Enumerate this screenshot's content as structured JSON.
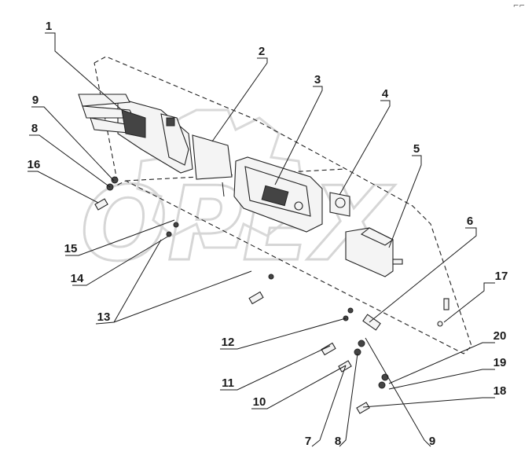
{
  "watermark": {
    "text": "OPEX"
  },
  "corner_mark": "⌐⌐",
  "callouts": [
    {
      "id": "c1",
      "label": "1"
    },
    {
      "id": "c2",
      "label": "2"
    },
    {
      "id": "c3",
      "label": "3"
    },
    {
      "id": "c4",
      "label": "4"
    },
    {
      "id": "c5",
      "label": "5"
    },
    {
      "id": "c6",
      "label": "6"
    },
    {
      "id": "c7",
      "label": "7"
    },
    {
      "id": "c8a",
      "label": "8"
    },
    {
      "id": "c8b",
      "label": "8"
    },
    {
      "id": "c9a",
      "label": "9"
    },
    {
      "id": "c9b",
      "label": "9"
    },
    {
      "id": "c10",
      "label": "10"
    },
    {
      "id": "c11",
      "label": "11"
    },
    {
      "id": "c12",
      "label": "12"
    },
    {
      "id": "c13",
      "label": "13"
    },
    {
      "id": "c14",
      "label": "14"
    },
    {
      "id": "c15",
      "label": "15"
    },
    {
      "id": "c16",
      "label": "16"
    },
    {
      "id": "c17",
      "label": "17"
    },
    {
      "id": "c18",
      "label": "18"
    },
    {
      "id": "c19",
      "label": "19"
    },
    {
      "id": "c20",
      "label": "20"
    }
  ]
}
